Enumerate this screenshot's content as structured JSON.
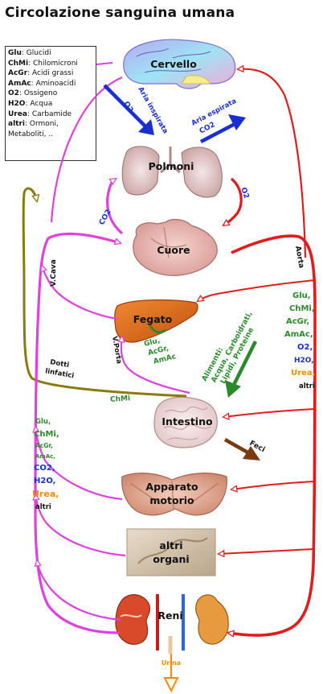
{
  "title": "Circolazione sanguina umana",
  "legend": [
    {
      "key": "Glu",
      "value": "Glucidi"
    },
    {
      "key": "ChMi",
      "value": "Chilomicroni"
    },
    {
      "key": "AcGr",
      "value": "Acidi grassi"
    },
    {
      "key": "AmAc",
      "value": "Aminoacidi"
    },
    {
      "key": "O2",
      "value": "Ossigeno"
    },
    {
      "key": "H2O",
      "value": "Acqua"
    },
    {
      "key": "Urea",
      "value": "Carbamide"
    },
    {
      "key": "altri",
      "value": "Ormoni,"
    },
    {
      "key": "",
      "value": "Metaboliti, .."
    }
  ],
  "organs": {
    "brain": "Cervello",
    "lungs": "Polmoni",
    "heart": "Cuore",
    "liver": "Fegato",
    "intestine": "Intestino",
    "muscles_line1": "Apparato",
    "muscles_line2": "motorio",
    "other_line1": "altri",
    "other_line2": "organi",
    "kidneys": "Reni"
  },
  "labels": {
    "inspired_line1": "Aria inspirata",
    "inspired_line2": "O2",
    "expired_line1": "Aria espirata",
    "expired_line2": "CO2",
    "lung_o2": "O2",
    "heart_co2": "CO2",
    "vena_cava": "V.Cava",
    "aorta": "Aorta",
    "vena_porta": "V.Porta",
    "lymph_line1": "Dotti",
    "lymph_line2": "linfatici",
    "chmi": "ChMi",
    "feci": "Feci",
    "urina": "Urina",
    "food_line1": "Alimenti:",
    "food_line2": "Acqua, Carboidrati,",
    "food_line3": "Lipidi, Proteine"
  },
  "liver_out": [
    "Glu,",
    "ChMi,",
    "AcGr,",
    "AmAc,",
    "O2,",
    "H2O,",
    "Urea,",
    "altri"
  ],
  "liver_in": [
    "Glu,",
    "AcGr,",
    "AmAc"
  ],
  "tissue_out": [
    "Glu,",
    "ChMi,",
    "AcGr,",
    "AmAc,",
    "CO2,",
    "H2O,",
    "Urea,",
    "altri"
  ],
  "colors": {
    "artery": "#e21b1b",
    "vein": "#e040e0",
    "lymph": "#8a7a10",
    "air": "#1a2fd0",
    "food": "#2a8a2a",
    "feces": "#7a3a10",
    "urine": "#ff8a00"
  }
}
